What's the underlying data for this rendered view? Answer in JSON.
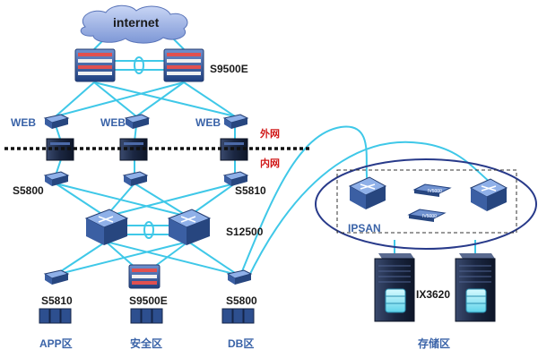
{
  "labels": {
    "internet": "internet",
    "core_switch": "S9500E",
    "web": "WEB",
    "outer_net": "外网",
    "inner_net": "内网",
    "access_left": "S5800",
    "access_right": "S5810",
    "core_mid": "S12500",
    "zone_app_switch": "S5810",
    "zone_sec_switch": "S9500E",
    "zone_db_switch": "S5800",
    "zone_app": "APP区",
    "zone_sec": "安全区",
    "zone_db": "DB区",
    "ipsan": "IPSAN",
    "storage_model": "IX3620",
    "storage_zone": "存储区",
    "small_dev_1": "IV5000",
    "small_dev_2": "IV5000"
  },
  "colors": {
    "link": "#3fc8e8",
    "device_blue": "#2d4f8f",
    "ellipse": "#283a8a",
    "dashed_divider": "#111111",
    "outer_net_red": "#d01818"
  }
}
